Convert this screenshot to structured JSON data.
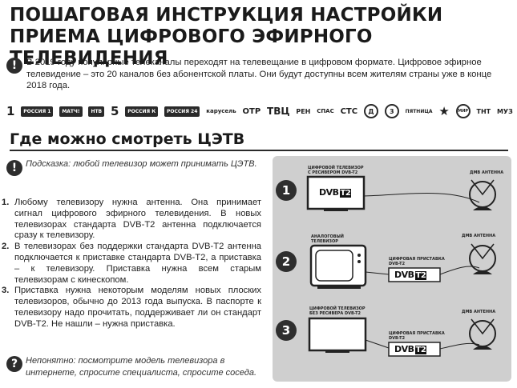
{
  "header": {
    "title": "ПОШАГОВАЯ ИНСТРУКЦИЯ НАСТРОЙКИ ПРИЕМА ЦИФРОВОГО ЭФИРНОГО ТЕЛЕВИДЕНИЯ"
  },
  "intro": {
    "text": "В 2019 году популярные телеканалы переходят на телевещание в цифровом формате. Цифровое эфирное телевидение – это 20 каналов без абонентской платы. Они будут доступны всем жителям страны уже в конце 2018 года."
  },
  "channels": [
    {
      "icon": "channel-one-logo",
      "label": "1"
    },
    {
      "icon": "russia1-logo",
      "label": "РОССИЯ 1"
    },
    {
      "icon": "match-logo",
      "label": "МАТЧ!"
    },
    {
      "icon": "ntv-logo",
      "label": "НТВ"
    },
    {
      "icon": "channel5-logo",
      "label": "5"
    },
    {
      "icon": "russia-k-logo",
      "label": "РОССИЯ К"
    },
    {
      "icon": "russia24-logo",
      "label": "РОССИЯ 24"
    },
    {
      "icon": "karusel-logo",
      "label": "карусель"
    },
    {
      "icon": "otr-logo",
      "label": "ОТР"
    },
    {
      "icon": "tvc-logo",
      "label": "ТВЦ"
    },
    {
      "icon": "ren-logo",
      "label": "РЕН"
    },
    {
      "icon": "spas-logo",
      "label": "СПАС"
    },
    {
      "icon": "sts-logo",
      "label": "СТС"
    },
    {
      "icon": "domashny-logo",
      "label": "Д"
    },
    {
      "icon": "tv3-logo",
      "label": "3"
    },
    {
      "icon": "pyatnitsa-logo",
      "label": "ПЯТНИЦА"
    },
    {
      "icon": "zvezda-logo",
      "label": "★"
    },
    {
      "icon": "mir-logo",
      "label": "МИР"
    },
    {
      "icon": "tnt-logo",
      "label": "ТНТ"
    },
    {
      "icon": "muz-logo",
      "label": "МУЗ"
    }
  ],
  "section": {
    "title": "Где можно смотреть ЦЭТВ",
    "hint": "Подсказка: любой телевизор может принимать ЦЭТВ.",
    "steps": [
      {
        "num": "1.",
        "text": "Любому телевизору нужна антенна. Она принимает сигнал цифрового эфирного телевидения. В новых телевизорах стандарта DVB-T2 антенна подключается сразу к телевизору."
      },
      {
        "num": "2.",
        "text": "В телевизорах без поддержки стандарта DVB-T2 антенна подключается к приставке стандарта DVB-T2, а приставка – к телевизору. Приставка нужна всем старым телевизорам с кинескопом."
      },
      {
        "num": "3.",
        "text": "Приставка нужна некоторым моделям новых плоских телевизоров, обычно до 2013 года выпуска. В паспорте к телевизору надо прочитать, поддерживает ли он стандарт DVB-T2. Не нашли – нужна приставка."
      }
    ],
    "footer_mark": "?",
    "footer": "Непонятно: посмотрите модель телевизора в интернете, спросите специалиста, спросите соседа."
  },
  "diagram": {
    "scenes": [
      {
        "num": "1",
        "tv_label": "ЦИФРОВОЙ ТЕЛЕВИЗОР С РЕСИВЕРОМ DVB-T2",
        "antenna_label": "ДМВ АНТЕННА",
        "dvb": "DVB",
        "t2": "T2"
      },
      {
        "num": "2",
        "tv_label": "АНАЛОГОВЫЙ ТЕЛЕВИЗОР",
        "box_label": "ЦИФРОВАЯ ПРИСТАВКА DVB-T2",
        "antenna_label": "ДМВ АНТЕННА",
        "dvb": "DVB",
        "t2": "T2"
      },
      {
        "num": "3",
        "tv_label": "ЦИФРОВОЙ ТЕЛЕВИЗОР БЕЗ РЕСИВЕРА DVB-T2",
        "box_label": "ЦИФРОВАЯ ПРИСТАВКА DVB-T2",
        "antenna_label": "ДМВ АНТЕННА",
        "dvb": "DVB",
        "t2": "T2"
      }
    ]
  },
  "marks": {
    "excl": "!"
  }
}
